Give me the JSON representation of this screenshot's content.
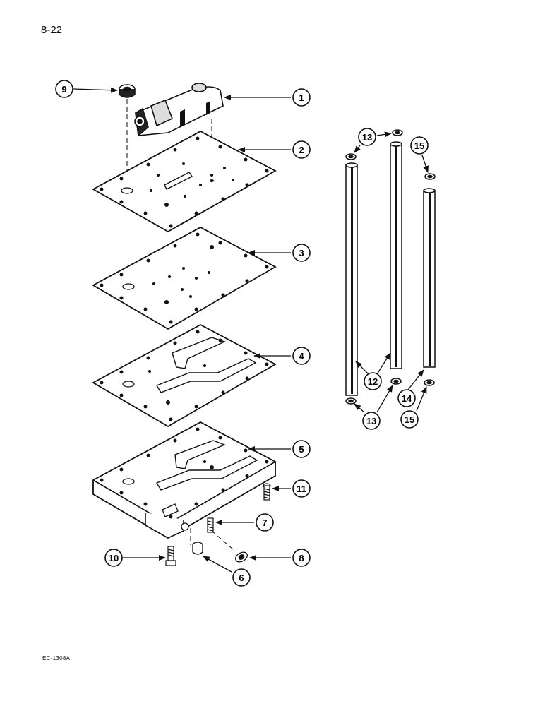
{
  "page": {
    "page_number": "8-22",
    "figure_code": "EC-1308A"
  },
  "callouts": [
    {
      "id": "c1",
      "label": "1"
    },
    {
      "id": "c2",
      "label": "2"
    },
    {
      "id": "c3",
      "label": "3"
    },
    {
      "id": "c4",
      "label": "4"
    },
    {
      "id": "c5",
      "label": "5"
    },
    {
      "id": "c6",
      "label": "6"
    },
    {
      "id": "c7",
      "label": "7"
    },
    {
      "id": "c8",
      "label": "8"
    },
    {
      "id": "c9",
      "label": "9"
    },
    {
      "id": "c10",
      "label": "10"
    },
    {
      "id": "c11",
      "label": "11"
    },
    {
      "id": "c12",
      "label": "12"
    },
    {
      "id": "c13a",
      "label": "13"
    },
    {
      "id": "c13b",
      "label": "13"
    },
    {
      "id": "c14",
      "label": "14"
    },
    {
      "id": "c15a",
      "label": "15"
    },
    {
      "id": "c15b",
      "label": "15"
    }
  ]
}
